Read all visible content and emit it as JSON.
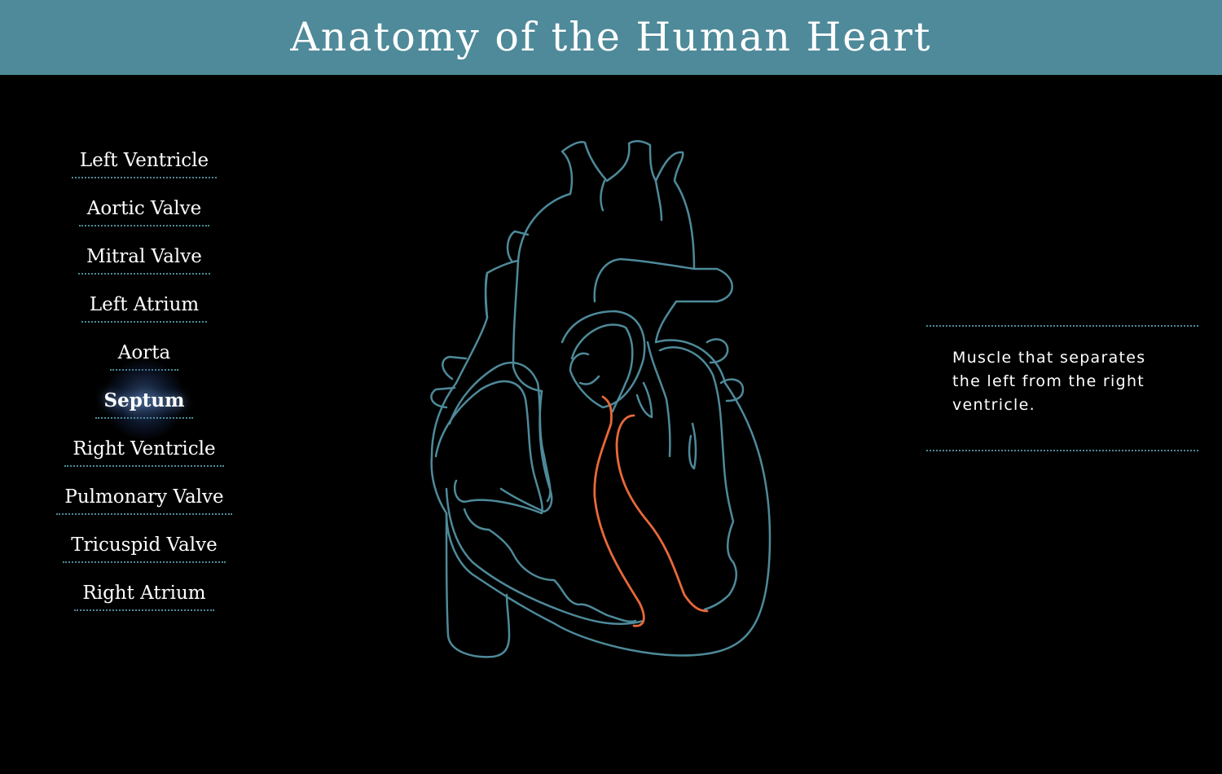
{
  "header": {
    "title": "Anatomy of the Human Heart",
    "background_color": "#4e8a9a"
  },
  "parts": [
    {
      "label": "Left Ventricle",
      "active": false
    },
    {
      "label": "Aortic Valve",
      "active": false
    },
    {
      "label": "Mitral Valve",
      "active": false
    },
    {
      "label": "Left Atrium",
      "active": false
    },
    {
      "label": "Aorta",
      "active": false
    },
    {
      "label": "Septum",
      "active": true
    },
    {
      "label": "Right Ventricle",
      "active": false
    },
    {
      "label": "Pulmonary Valve",
      "active": false
    },
    {
      "label": "Tricuspid Valve",
      "active": false
    },
    {
      "label": "Right Atrium",
      "active": false
    }
  ],
  "info": {
    "description": "Muscle that separates the left from the right ventricle."
  },
  "colors": {
    "outline": "#4e8a9a",
    "highlight": "#e8693a",
    "background": "#000000"
  }
}
